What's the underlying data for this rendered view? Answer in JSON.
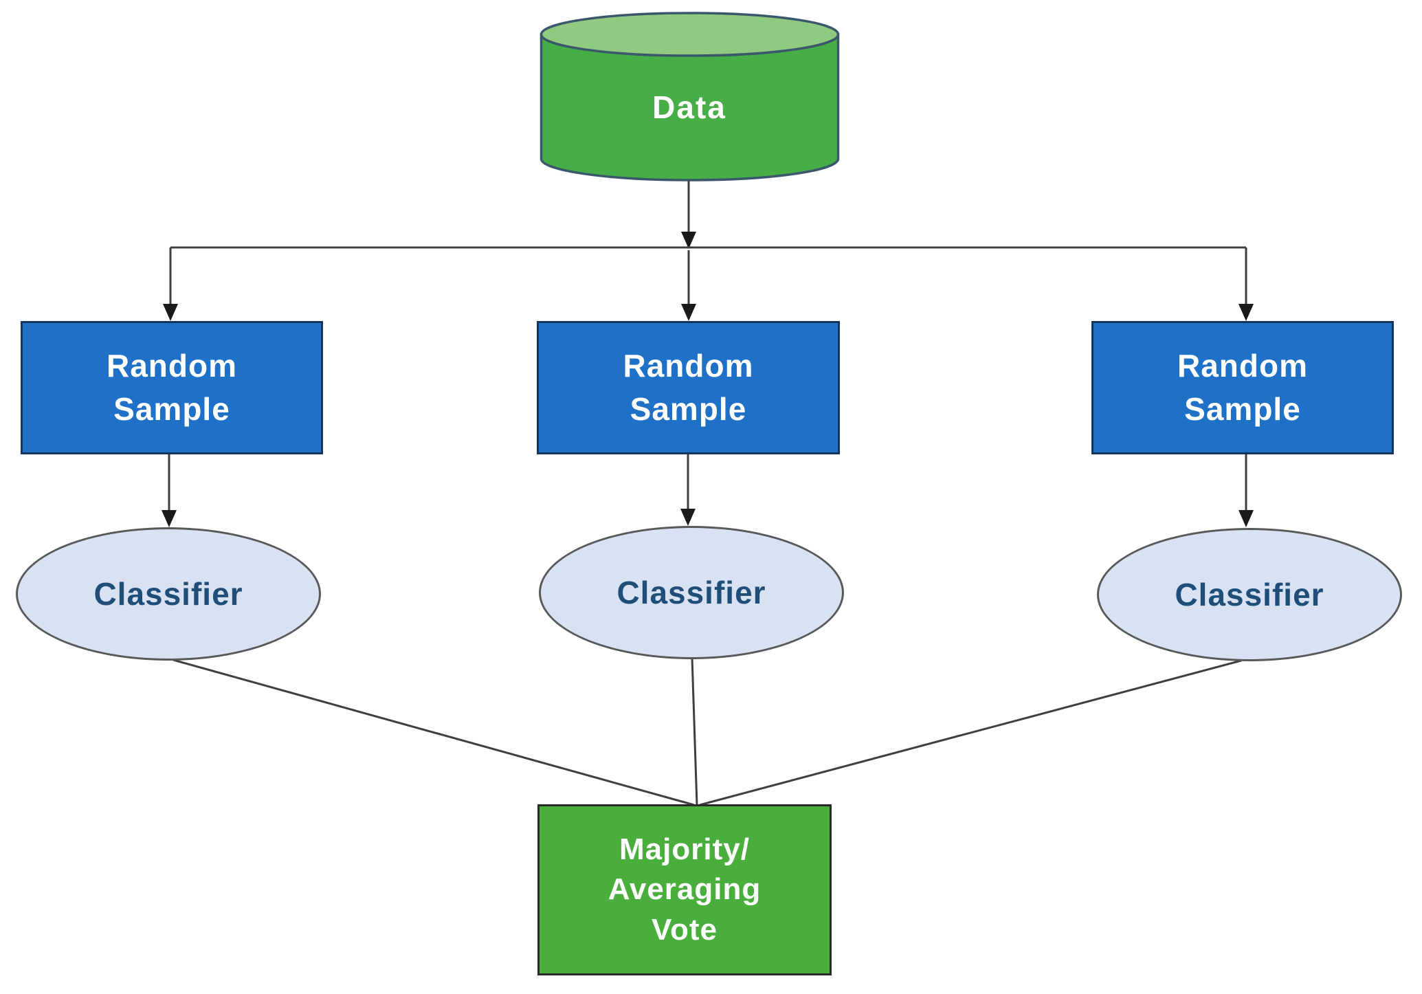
{
  "colors": {
    "background": "#ffffff",
    "cylinder_fill": "#47ad47",
    "cylinder_top_fill": "#90ca80",
    "cylinder_border": "#3a576b",
    "sample_box_fill": "#1e71c7",
    "sample_box_border": "#14365c",
    "sample_box_text": "#ffffff",
    "classifier_fill": "#d8e2f2",
    "classifier_border": "#595959",
    "classifier_text": "#1f4e79",
    "vote_box_fill": "#4aae3c",
    "vote_box_border": "#2a2a2a",
    "vote_box_text": "#ffffff",
    "connector": "#3f3f3f",
    "arrowhead": "#1a1a1a"
  },
  "nodes": {
    "data_store": {
      "label": "Data"
    },
    "random_samples": [
      {
        "label": "Random\nSample"
      },
      {
        "label": "Random\nSample"
      },
      {
        "label": "Random\nSample"
      }
    ],
    "classifiers": [
      {
        "label": "Classifier"
      },
      {
        "label": "Classifier"
      },
      {
        "label": "Classifier"
      }
    ],
    "vote": {
      "label": "Majority/\nAveraging\nVote"
    }
  }
}
